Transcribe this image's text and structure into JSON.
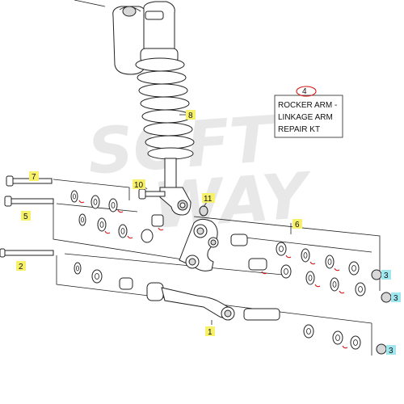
{
  "watermark": {
    "line1": "SOFT",
    "line2": "WAY"
  },
  "note": {
    "ref": "4",
    "lines": [
      "ROCKER ARM -",
      "LINKAGE ARM",
      "REPAIR KT"
    ]
  },
  "callouts": [
    {
      "label": "8",
      "style": "yellow"
    },
    {
      "label": "7",
      "style": "yellow"
    },
    {
      "label": "10",
      "style": "yellow"
    },
    {
      "label": "11",
      "style": "yellow"
    },
    {
      "label": "5",
      "style": "yellow"
    },
    {
      "label": "6",
      "style": "yellow"
    },
    {
      "label": "2",
      "style": "yellow"
    },
    {
      "label": "3",
      "style": "cyan"
    },
    {
      "label": "3",
      "style": "cyan"
    },
    {
      "label": "1",
      "style": "yellow"
    },
    {
      "label": "3",
      "style": "cyan"
    }
  ],
  "colors": {
    "yellow_tag": "#f7f06a",
    "cyan_tag": "#9fe6ee",
    "red_mark": "#d21a1a",
    "line": "#222222"
  }
}
